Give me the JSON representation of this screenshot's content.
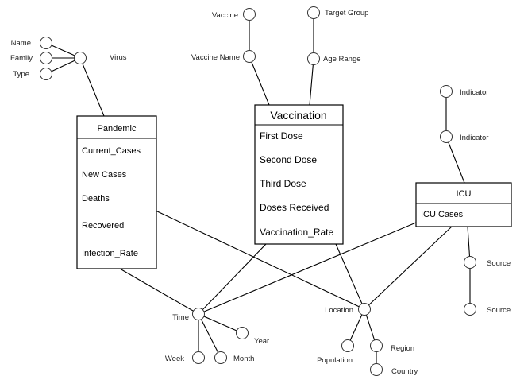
{
  "entities": {
    "pandemic": {
      "title": "Pandemic",
      "attributes": [
        "Current_Cases",
        "New Cases",
        "Deaths",
        "Recovered",
        "Infection_Rate"
      ]
    },
    "vaccination": {
      "title": "Vaccination",
      "attributes": [
        "First Dose",
        "Second Dose",
        "Third Dose",
        "Doses Received",
        "Vaccination_Rate"
      ]
    },
    "icu": {
      "title": "ICU",
      "attributes": [
        "ICU Cases"
      ]
    }
  },
  "nodes": {
    "virus": "Virus",
    "name": "Name",
    "family": "Family",
    "type": "Type",
    "vaccine": "Vaccine",
    "vaccine_name": "Vaccine Name",
    "target_group": "Target Group",
    "age_range": "Age Range",
    "indicator_top": "Indicator",
    "indicator_bottom": "Indicator",
    "source_top": "Source",
    "source_bottom": "Source",
    "time": "Time",
    "year": "Year",
    "week": "Week",
    "month": "Month",
    "location": "Location",
    "population": "Population",
    "region": "Region",
    "country": "Country"
  }
}
